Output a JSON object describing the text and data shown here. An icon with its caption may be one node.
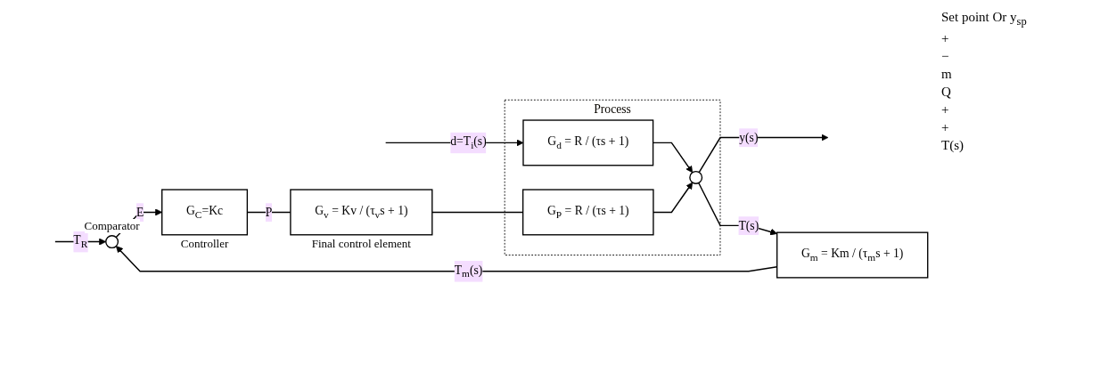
{
  "diagram": {
    "nodes": [
      {
        "text": [],
        "shape": "circle",
        "beside": [
          "Comparator"
        ]
      },
      {
        "text": [
          "G$_{C}$=Kc"
        ],
        "beside": [
          "Controller"
        ]
      },
      {
        "text": [
          "G$_{v}$ = Kv / (τ$_{v}$s + 1)"
        ],
        "beside": [
          "Final control element"
        ]
      },
      {
        "text": [
          "Process"
        ]
      },
      {
        "text": [
          "G$_{d}$ = R / (τs + 1)"
        ],
        "in": 3
      },
      {
        "text": [
          "G$_{P}$ = R / (τs + 1)"
        ],
        "in": 3
      },
      {
        "text": [],
        "shape": "circle",
        "in": 3
      },
      {
        "text": [
          "G$_{m}$ = Km / (τ$_{m}$s + 1)"
        ]
      }
    ],
    "edges": [
      {
        "from": null,
        "to": 0,
        "arrow": "to",
        "label": "T$_{R}$"
      },
      {
        "from": 0,
        "to": 1,
        "arrow": "to",
        "label": "E"
      },
      {
        "from": 1,
        "to": 2,
        "arrow": "none",
        "label": "P"
      },
      {
        "from": 2,
        "to": 5,
        "arrow": "none"
      },
      {
        "from": null,
        "to": 4,
        "arrow": "to",
        "label": "d=T$_{i}$(s)"
      },
      {
        "from": 4,
        "to": 6,
        "arrow": "to"
      },
      {
        "from": 5,
        "to": 6,
        "arrow": "to"
      },
      {
        "from": 6,
        "to": null,
        "arrow": "to",
        "label": "y(s)"
      },
      {
        "from": 6,
        "to": 7,
        "arrow": "to",
        "label": "T(s)"
      },
      {
        "from": 7,
        "to": 0,
        "arrow": "to",
        "label": "T$_{m}$(s)"
      }
    ],
    "labels": [
      "Set point Or y$_{sp}$",
      "+",
      "−",
      "m",
      "Q",
      "+",
      "+",
      "T(s)"
    ]
  }
}
